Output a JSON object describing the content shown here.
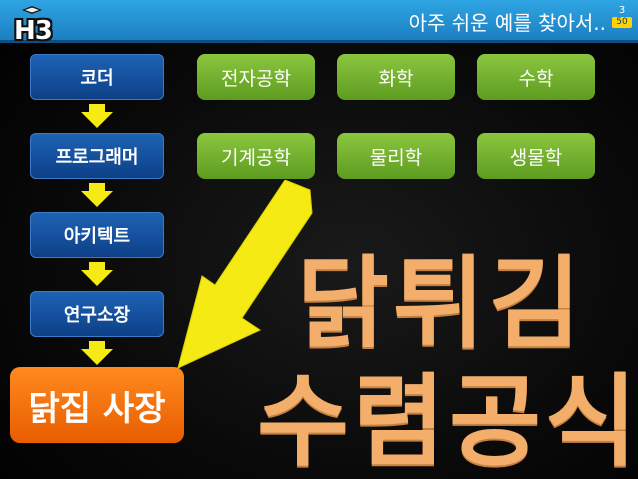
{
  "header": {
    "logo": "H3",
    "title": "아주 쉬운 예를 찾아서..",
    "page_number": "3",
    "page_total": "50"
  },
  "career_path": [
    "코더",
    "프로그래머",
    "아키텍트",
    "연구소장",
    "닭집 사장"
  ],
  "fields": [
    "전자공학",
    "화학",
    "수학",
    "기계공학",
    "물리학",
    "생물학"
  ],
  "headline": [
    "닭튀김",
    "수렴공식"
  ],
  "colors": {
    "header_bar": "#2fa5e3",
    "career_box": "#1e63b5",
    "final_box": "#ff8a1f",
    "field_box": "#8cc63f",
    "arrow": "#f5ea14",
    "headline_text": "#f2ae6a"
  }
}
